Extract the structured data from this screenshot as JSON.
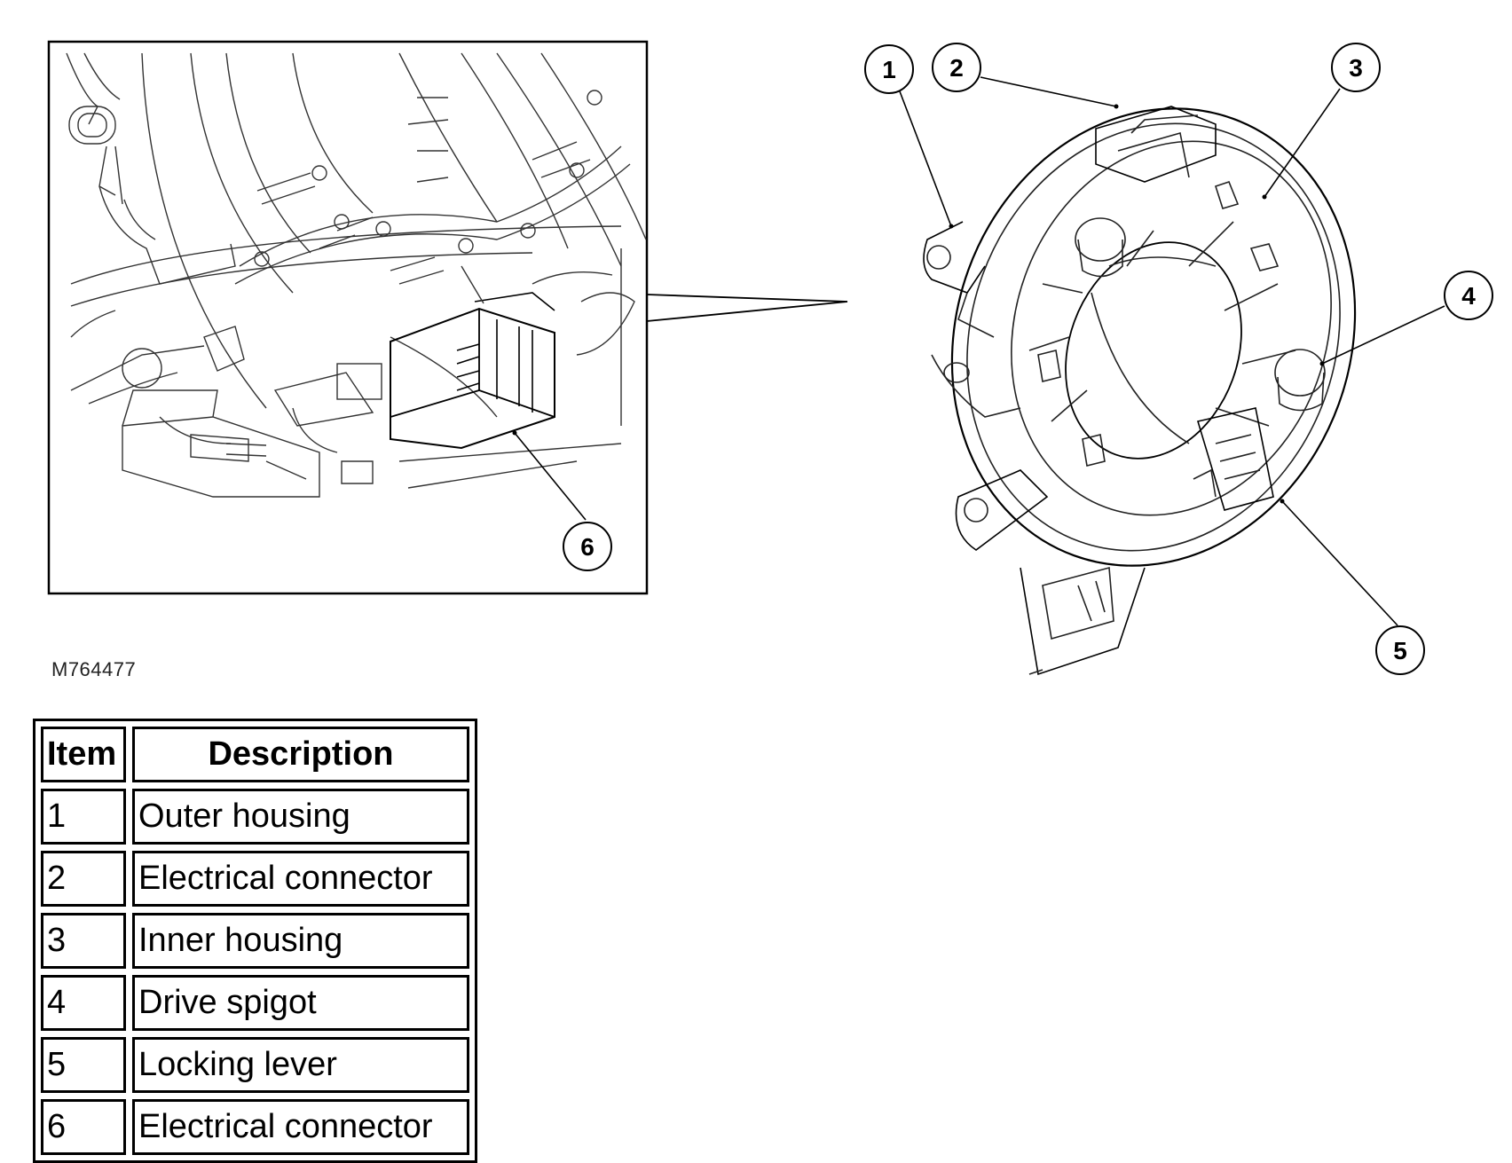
{
  "figure": {
    "id": "M764477",
    "callouts": [
      "1",
      "2",
      "3",
      "4",
      "5",
      "6"
    ]
  },
  "legend": {
    "headers": {
      "item": "Item",
      "description": "Description"
    },
    "rows": [
      {
        "item": "1",
        "description": "Outer housing"
      },
      {
        "item": "2",
        "description": "Electrical connector"
      },
      {
        "item": "3",
        "description": "Inner housing"
      },
      {
        "item": "4",
        "description": "Drive spigot"
      },
      {
        "item": "5",
        "description": "Locking lever"
      },
      {
        "item": "6",
        "description": "Electrical connector"
      }
    ]
  }
}
